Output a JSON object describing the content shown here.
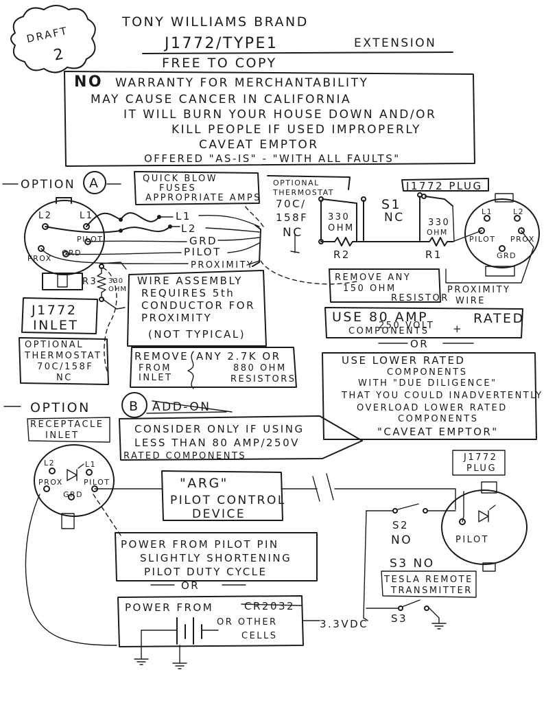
{
  "header": {
    "draft_badge_line1": "DRAFT",
    "draft_badge_line2": "2",
    "title_line1": "TONY WILLIAMS BRAND",
    "title_line2a": "J1772/TYPE1",
    "title_line2b": "EXTENSION",
    "title_line3": "FREE TO COPY"
  },
  "disclaimer": {
    "no": "NO",
    "line1": "WARRANTY FOR MERCHANTABILITY",
    "line2": "MAY CAUSE CANCER IN CALIFORNIA",
    "line3": "IT WILL BURN YOUR HOUSE DOWN AND/OR",
    "line4": "KILL PEOPLE IF USED IMPROPERLY",
    "line5": "CAVEAT EMPTOR",
    "line6": "OFFERED \"AS-IS\" - \"WITH ALL FAULTS\""
  },
  "option_a": {
    "label": "OPTION",
    "letter": "A",
    "fuse_note": [
      "QUICK BLOW",
      "FUSES",
      "APPROPRIATE AMPS"
    ],
    "inlet_pins": {
      "l2": "L2",
      "l1": "L1",
      "pilot": "PILOT",
      "prox": "PROX",
      "grd": "GRD"
    },
    "wires": [
      "L1",
      "L2",
      "GRD",
      "PILOT",
      "PROXIMITY"
    ],
    "r3": "R3",
    "r3_value": [
      "330",
      "OHM"
    ],
    "inlet_label": [
      "J1772",
      "INLET"
    ],
    "opt_thermo_left": [
      "OPTIONAL",
      "THERMOSTAT",
      "70C/158F",
      "NC"
    ],
    "wire_note": [
      "WIRE ASSEMBLY",
      "REQUIRES 5th",
      "CONDUCTOR FOR",
      "PROXIMITY",
      "(NOT TYPICAL)"
    ],
    "remove_note": [
      "REMOVE",
      "FROM",
      "INLET",
      "ANY 2.7K OR",
      "880 OHM",
      "RESISTORS"
    ],
    "opt_thermo_right": [
      "OPTIONAL",
      "THERMOSTAT",
      "70C/",
      "158F",
      "NC"
    ],
    "r2_value": [
      "330",
      "OHM"
    ],
    "r2": "R2",
    "s1": [
      "S1",
      "NC"
    ],
    "r1_value": [
      "330",
      "OHM"
    ],
    "r1": "R1",
    "plug_label": "J1772 PLUG",
    "plug_pins": {
      "l1": "L1",
      "l2": "L2",
      "pilot": "PILOT",
      "prox": "PROX",
      "grd": "GRD"
    },
    "remove_150": [
      "REMOVE ANY",
      "150 OHM",
      "RESISTOR"
    ],
    "prox_wire": [
      "PROXIMITY",
      "WIRE"
    ],
    "use_80": [
      "USE 80 AMP",
      "250 VOLT",
      "RATED",
      "COMPONENTS",
      "+"
    ],
    "or": "OR",
    "use_lower": [
      "USE LOWER RATED",
      "COMPONENTS",
      "WITH \"DUE DILIGENCE\"",
      "THAT YOU COULD INADVERTENTLY",
      "OVERLOAD LOWER RATED",
      "COMPONENTS",
      "\"CAVEAT EMPTOR\""
    ]
  },
  "option_b": {
    "label": "OPTION",
    "letter": "B",
    "addon": "ADD-ON",
    "consider": [
      "CONSIDER ONLY IF USING",
      "LESS THAN 80 AMP/250V",
      "RATED COMPONENTS"
    ],
    "receptacle": [
      "RECEPTACLE",
      "INLET"
    ],
    "inlet_pins": {
      "l2": "L2",
      "l1": "L1",
      "prox": "PROX",
      "pilot": "PILOT",
      "grd": "GRD"
    },
    "arg": [
      "\"ARG\"",
      "PILOT CONTROL",
      "DEVICE"
    ],
    "plug_label": [
      "J1772",
      "PLUG"
    ],
    "s2": [
      "S2",
      "NO"
    ],
    "pilot": "PILOT",
    "power_pilot": [
      "POWER FROM PILOT PIN",
      "SLIGHTLY SHORTENING",
      "PILOT DUTY CYCLE"
    ],
    "or": "OR",
    "s3_no": "S3 NO",
    "tesla": [
      "TESLA REMOTE",
      "TRANSMITTER"
    ],
    "s3": "S3",
    "power_cell": [
      "POWER FROM",
      "CR2032",
      "OR OTHER",
      "CELLS"
    ],
    "voltage": "3.3VDC"
  }
}
